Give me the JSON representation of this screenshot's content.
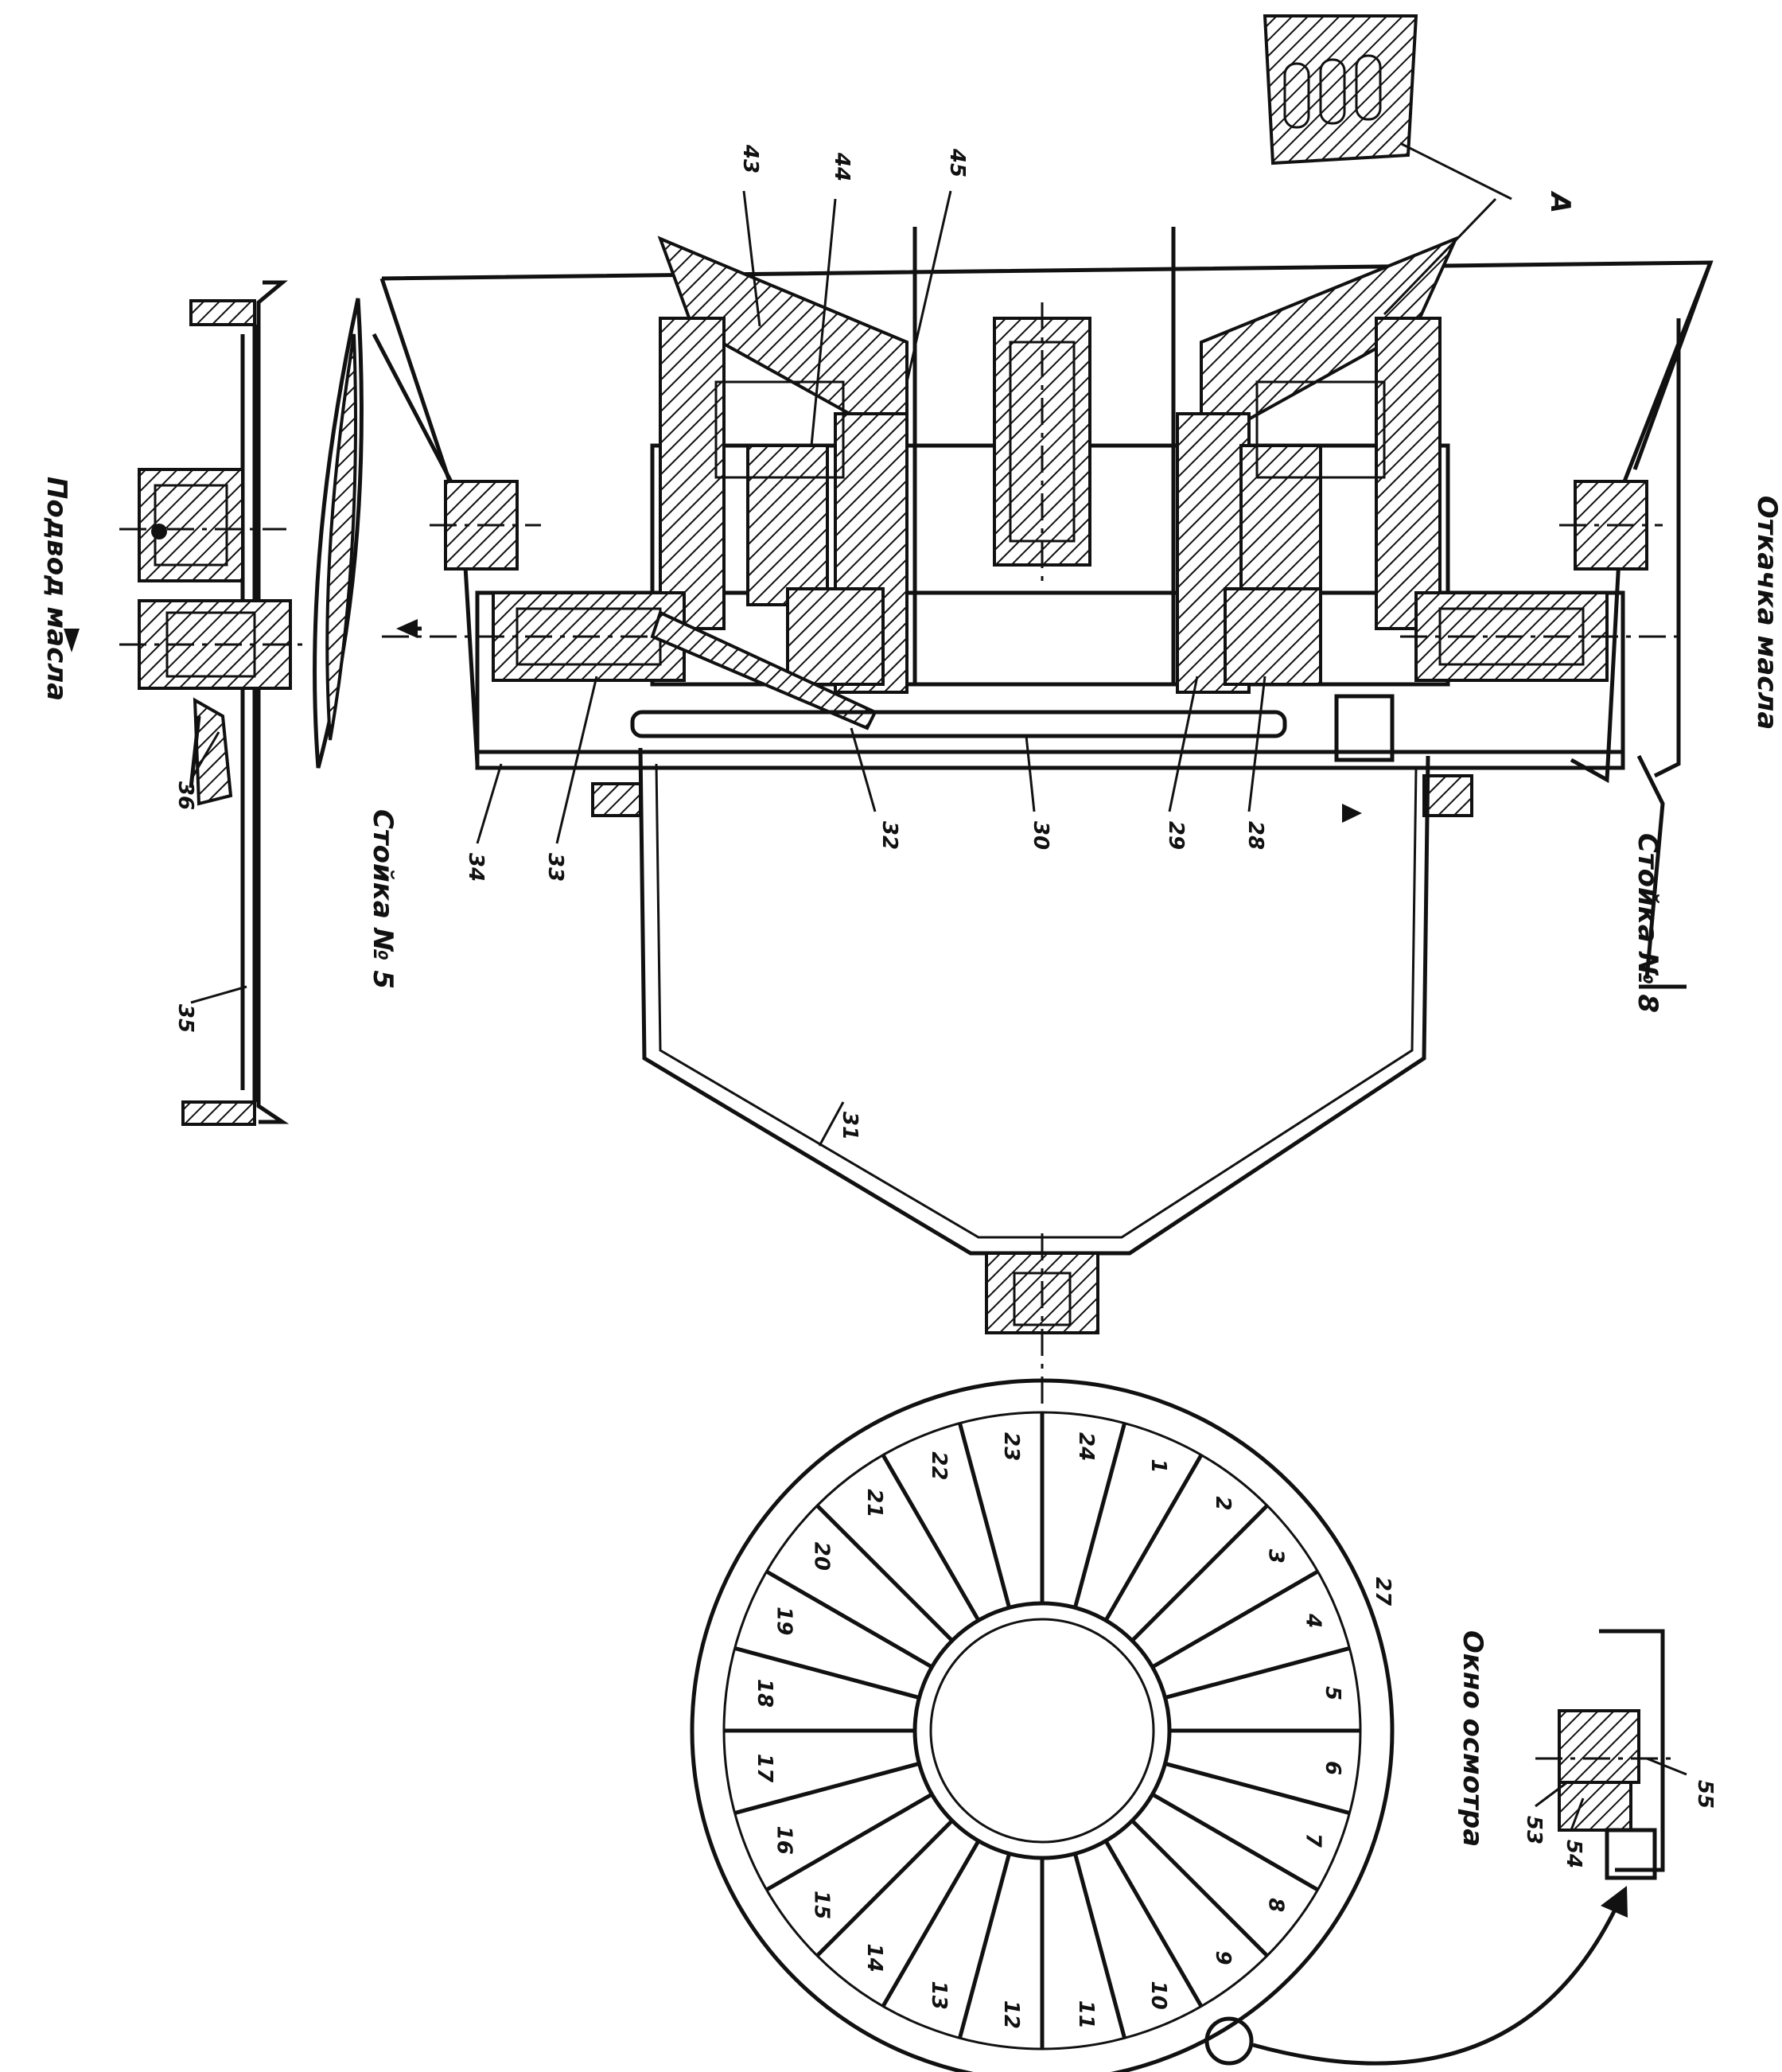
{
  "captions": {
    "oil_supply": "Подвод масла",
    "strut_5": "Стойка № 5",
    "oil_drain": "Откачка масла",
    "strut_8": "Стойка № 8",
    "inspection_window": "Окно осмотра",
    "view_a": "А"
  },
  "callouts": {
    "c43": "43",
    "c44": "44",
    "c45": "45",
    "c36": "36",
    "c35": "35",
    "c34": "34",
    "c33": "33",
    "c32": "32",
    "c30": "30",
    "c29": "29",
    "c28": "28",
    "c31": "31",
    "c53": "53",
    "c54": "54",
    "c55": "55",
    "c27": "27"
  },
  "wheel_numbers": [
    "24",
    "1",
    "2",
    "3",
    "4",
    "5",
    "6",
    "7",
    "8",
    "9",
    "10",
    "11",
    "12",
    "13",
    "14",
    "15",
    "16",
    "17",
    "18",
    "19",
    "20",
    "21",
    "22",
    "23"
  ]
}
